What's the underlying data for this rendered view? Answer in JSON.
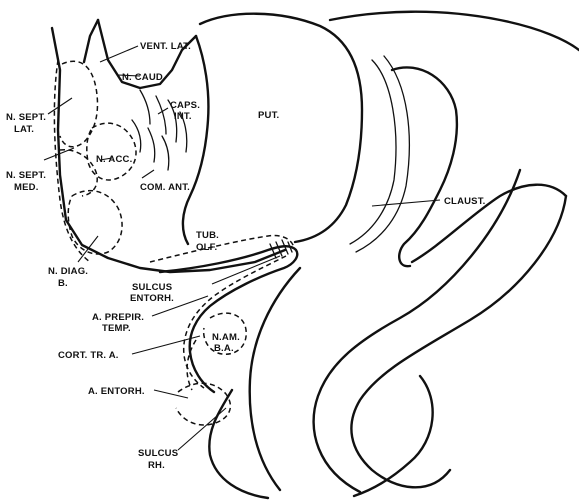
{
  "labels": {
    "vent_lat": "VENT. LAT.",
    "n_caud": "N. CAUD.",
    "caps_1": "CAPS.",
    "caps_2": "INT.",
    "put": "PUT.",
    "n_sept_lat_1": "N. SEPT.",
    "n_sept_lat_2": "LAT.",
    "n_sept_med_1": "N. SEPT.",
    "n_sept_med_2": "MED.",
    "n_acc": "N. ACC.",
    "com_ant": "COM. ANT.",
    "claust": "CLAUST.",
    "tub_olf_1": "TUB.",
    "tub_olf_2": "OLF.",
    "n_diag_1": "N. DIAG.",
    "n_diag_2": "B.",
    "sulcus_entorh_1": "SULCUS",
    "sulcus_entorh_2": "ENTORH.",
    "a_prepir_1": "A. PREPIR.",
    "a_prepir_2": "TEMP.",
    "n_am_1": "N.AM.",
    "n_am_2": "B.A.",
    "cort_tr_a": "CORT. TR. A.",
    "a_entorh": "A. ENTORH.",
    "sulcus_rh_1": "SULCUS",
    "sulcus_rh_2": "RH."
  }
}
